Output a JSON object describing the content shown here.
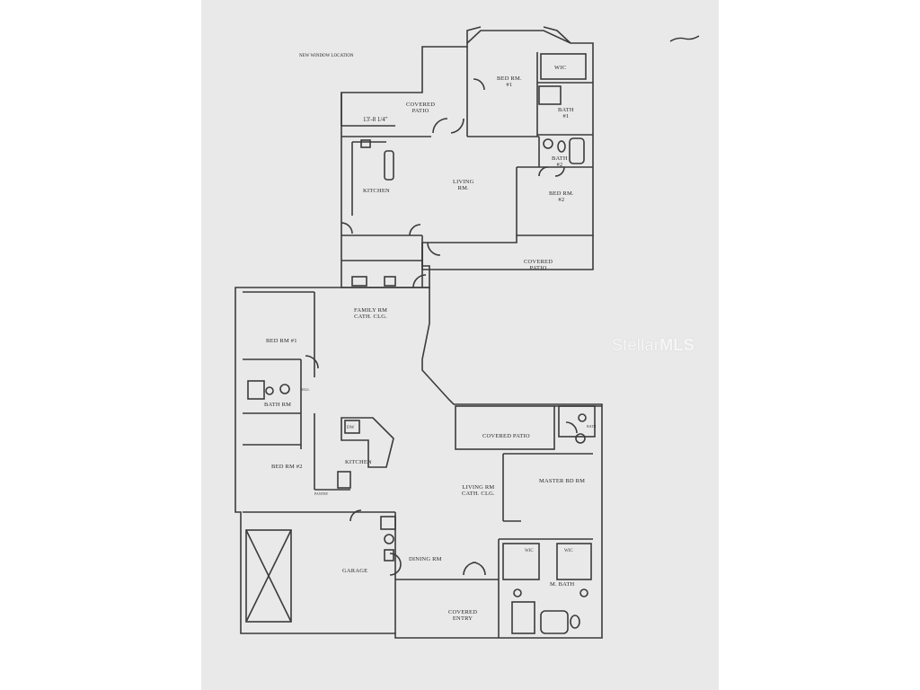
{
  "watermark": {
    "brand": "Stellar",
    "suffix": "MLS"
  },
  "top_unit": {
    "rooms": {
      "bed_rm_1": "BED RM.",
      "bed_rm_1_num": "#1",
      "wic": "WIC",
      "bath_1": "BATH",
      "bath_1_num": "#1",
      "bath_2": "BATH",
      "bath_2_num": "#2",
      "living_rm": "LIVING",
      "living_rm_2": "RM.",
      "kitchen": "KITCHEN",
      "bed_rm_2": "BED RM.",
      "bed_rm_2_num": "#2",
      "covered_patio_top": "COVERED",
      "covered_patio_top_2": "PATIO",
      "covered_patio_bottom": "COVERED",
      "covered_patio_bottom_2": "PATIO"
    },
    "notes": {
      "new_window": "NEW WINDOW LOCATION",
      "dimension": "13'-8 1/4\""
    }
  },
  "bottom_unit": {
    "rooms": {
      "family_rm": "FAMILY RM",
      "family_rm_2": "CATH. CLG.",
      "bed_rm_1": "BED RM #1",
      "hall": "HALL",
      "bath_rm": "BATH RM",
      "bed_rm_2": "BED RM #2",
      "kitchen": "KITCHEN",
      "dw": "DW",
      "pantry": "PANTRY",
      "covered_patio": "COVERED PATIO",
      "bath": "BATH",
      "living_rm": "LIVING RM",
      "living_rm_2": "CATH. CLG.",
      "master_bd_rm": "MASTER BD RM",
      "garage": "GARAGE",
      "dining_rm": "DINING RM",
      "wic_1": "WIC",
      "wic_2": "WIC",
      "m_bath": "M. BATH",
      "covered_entry": "COVERED",
      "covered_entry_2": "ENTRY"
    }
  }
}
